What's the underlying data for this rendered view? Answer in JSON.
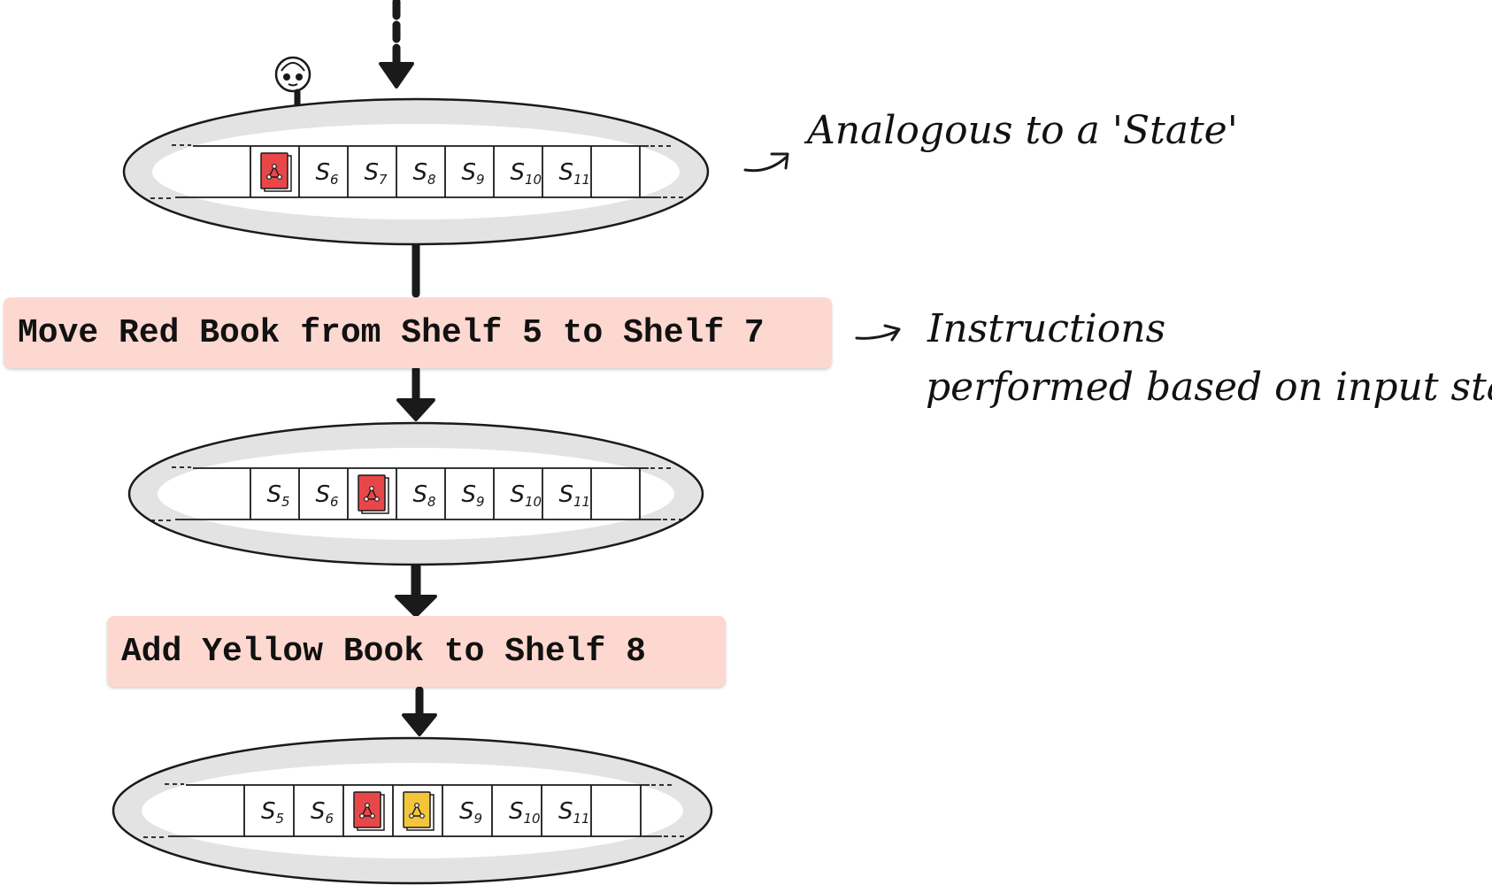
{
  "colors": {
    "ring_fill": "#e3e3e3",
    "ring_stroke": "#1a1a1a",
    "instruction_bg": "#fdd8d0",
    "red_book": "#e8474a",
    "yellow_book": "#f3c53a",
    "arrow": "#1a1a1a"
  },
  "states": [
    {
      "cells": [
        {
          "type": "empty"
        },
        {
          "type": "book",
          "color": "red"
        },
        {
          "type": "label",
          "main": "S",
          "sub": "6"
        },
        {
          "type": "label",
          "main": "S",
          "sub": "7"
        },
        {
          "type": "label",
          "main": "S",
          "sub": "8"
        },
        {
          "type": "label",
          "main": "S",
          "sub": "9"
        },
        {
          "type": "label",
          "main": "S",
          "sub": "10"
        },
        {
          "type": "label",
          "main": "S",
          "sub": "11"
        },
        {
          "type": "empty"
        }
      ]
    },
    {
      "cells": [
        {
          "type": "empty"
        },
        {
          "type": "label",
          "main": "S",
          "sub": "5"
        },
        {
          "type": "label",
          "main": "S",
          "sub": "6"
        },
        {
          "type": "book",
          "color": "red"
        },
        {
          "type": "label",
          "main": "S",
          "sub": "8"
        },
        {
          "type": "label",
          "main": "S",
          "sub": "9"
        },
        {
          "type": "label",
          "main": "S",
          "sub": "10"
        },
        {
          "type": "label",
          "main": "S",
          "sub": "11"
        },
        {
          "type": "empty"
        }
      ]
    },
    {
      "cells": [
        {
          "type": "empty"
        },
        {
          "type": "label",
          "main": "S",
          "sub": "5"
        },
        {
          "type": "label",
          "main": "S",
          "sub": "6"
        },
        {
          "type": "book",
          "color": "red"
        },
        {
          "type": "book",
          "color": "yellow"
        },
        {
          "type": "label",
          "main": "S",
          "sub": "9"
        },
        {
          "type": "label",
          "main": "S",
          "sub": "10"
        },
        {
          "type": "label",
          "main": "S",
          "sub": "11"
        },
        {
          "type": "empty"
        }
      ]
    }
  ],
  "instructions": [
    {
      "text": "Move Red Book from Shelf 5 to Shelf 7"
    },
    {
      "text": "Add Yellow Book to Shelf 8"
    }
  ],
  "annotations": {
    "state": "Analogous to a 'State'",
    "instructions_line1": "Instructions",
    "instructions_line2": "performed based on input state"
  },
  "icons": [
    "robot-head-icon",
    "red-book-icon",
    "yellow-book-icon"
  ]
}
